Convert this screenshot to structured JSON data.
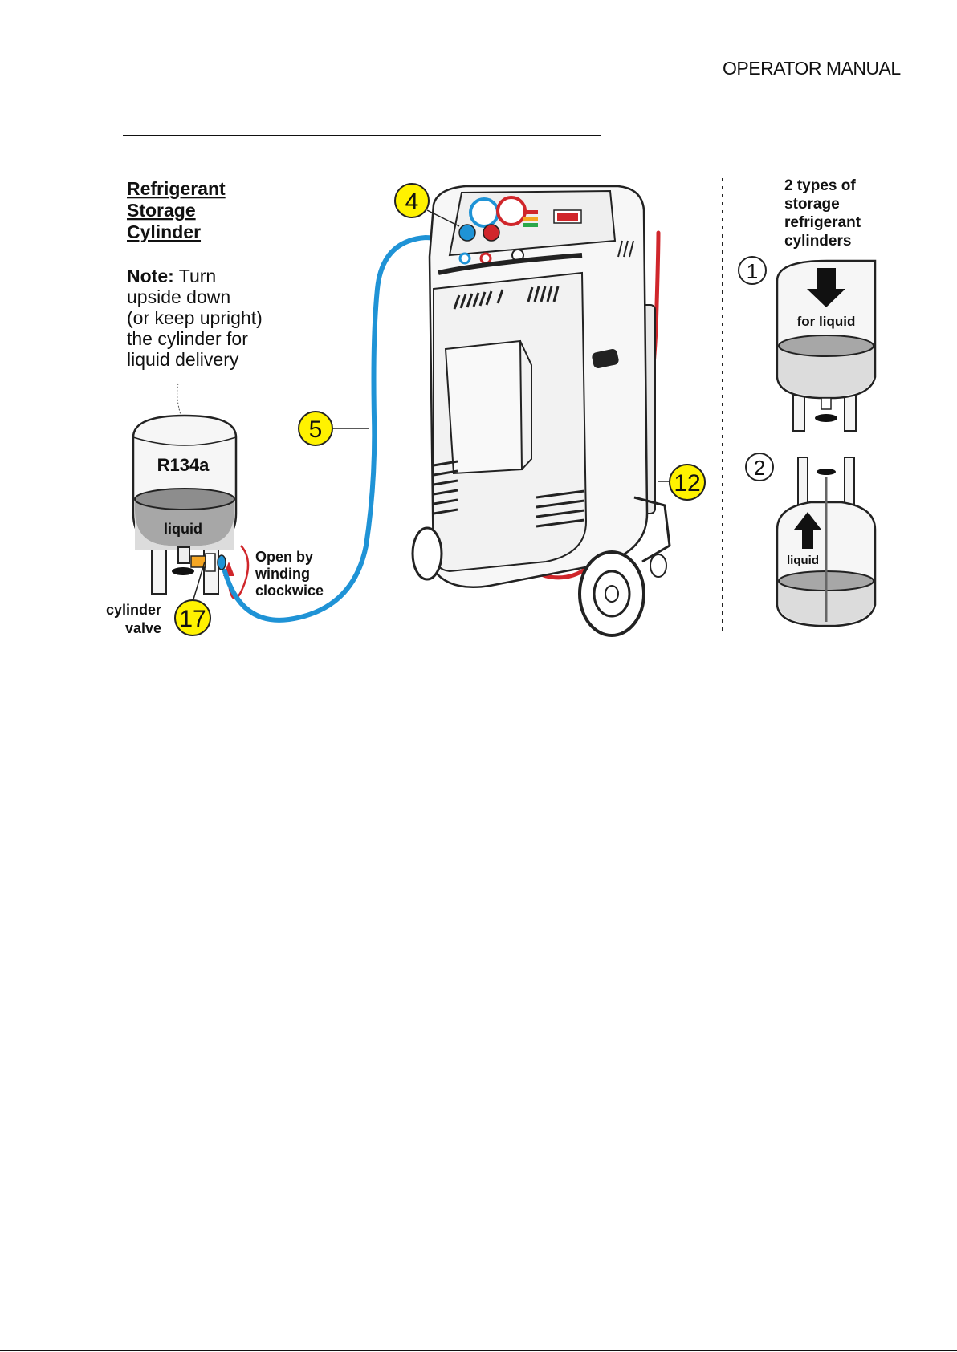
{
  "header": {
    "title": "OPERATOR MANUAL"
  },
  "left_panel": {
    "heading": [
      "Refrigerant",
      "Storage",
      "Cylinder"
    ],
    "note_label": "Note:",
    "note_lines": [
      " Turn",
      "upside down",
      "(or keep upright)",
      "the cylinder for",
      "liquid delivery"
    ],
    "cylinder_gas": "R134a",
    "cylinder_liquid": "liquid",
    "valve_label": [
      "cylinder",
      "valve"
    ],
    "open_label": [
      "Open by",
      "winding",
      "clockwice"
    ]
  },
  "callouts": {
    "c4": "4",
    "c5": "5",
    "c12": "12",
    "c17": "17"
  },
  "right_panel": {
    "heading": [
      "2 types of",
      "storage",
      "refrigerant",
      "cylinders"
    ],
    "type1_number": "1",
    "type1_label": "for liquid",
    "type2_number": "2",
    "type2_label": "liquid"
  },
  "colors": {
    "blue_hose": "#1f93d6",
    "red_hose": "#d0262b",
    "callout_fill": "#fff200",
    "liquid": "#a7a7a7"
  }
}
